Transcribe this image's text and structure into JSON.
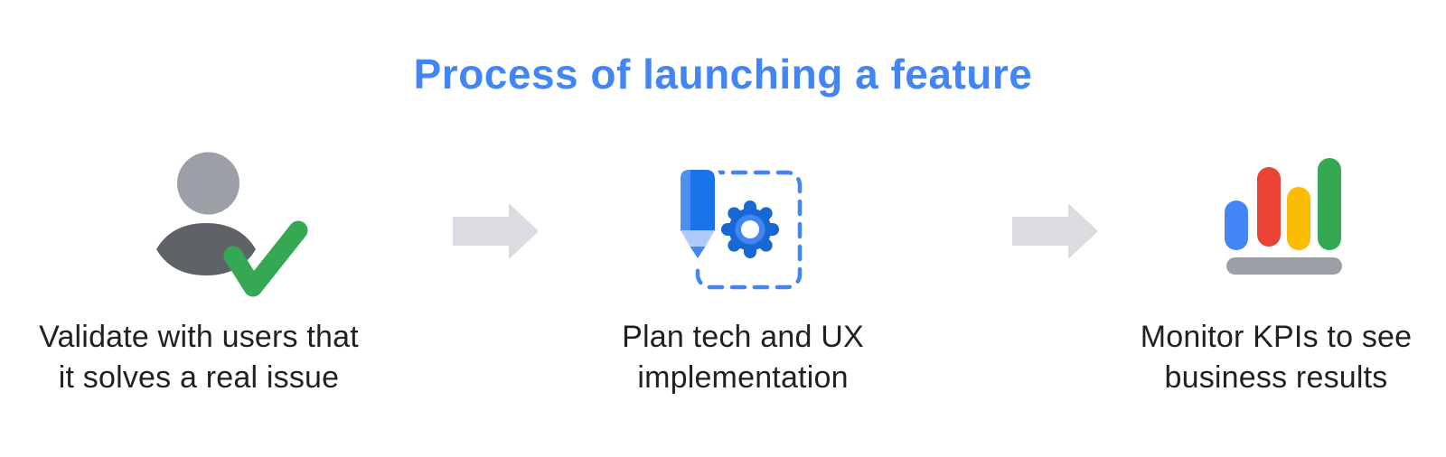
{
  "title": {
    "text": "Process of launching a feature",
    "color": "#4285F4"
  },
  "steps": [
    {
      "name": "validate",
      "icon": "person-check-icon",
      "label": "Validate with users that it solves a real issue",
      "lines": [
        "Validate with users that",
        "it solves a real issue"
      ]
    },
    {
      "name": "plan",
      "icon": "pencil-gear-icon",
      "label": "Plan tech and UX implementation",
      "lines": [
        "Plan tech and UX",
        "implementation"
      ]
    },
    {
      "name": "monitor",
      "icon": "bar-chart-icon",
      "label": "Monitor KPIs to see business results",
      "lines": [
        "Monitor KPIs to see",
        "business results"
      ]
    }
  ],
  "connectors": {
    "shape": "right-arrow",
    "count": 2,
    "color": "#DADCE0"
  },
  "colors": {
    "background": "#FFFFFF",
    "title_blue": "#4285F4",
    "label_text": "#202124",
    "person_head_gray": "#9AA0A6",
    "person_body_gray": "#5F6368",
    "check_green": "#34A853",
    "pencil_blue": "#1A73E8",
    "pencil_highlight": "#4D90F0",
    "pencil_tip_light": "#AECBFA",
    "pencil_point_blue": "#4285F4",
    "gear_blue": "#1967D2",
    "gear_ring_blue": "#4285F4",
    "dashed_border_blue": "#4285F4",
    "bar_blue": "#4285F4",
    "bar_red": "#EA4335",
    "bar_yellow": "#FBBC04",
    "bar_green": "#34A853",
    "bar_base_gray": "#9AA0A6",
    "arrow_gray": "#DADCE0"
  }
}
